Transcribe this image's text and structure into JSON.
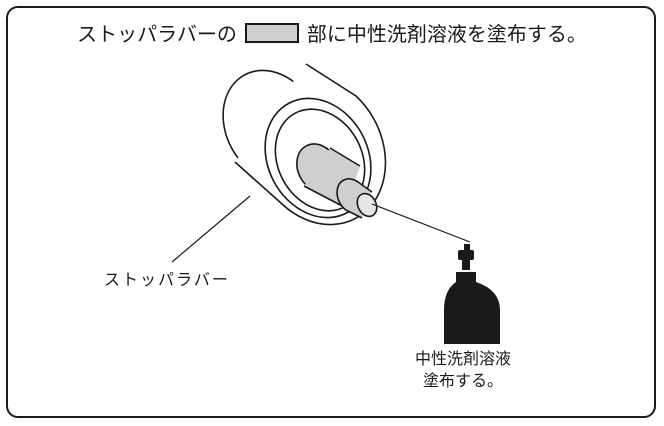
{
  "instruction": {
    "before_swatch": "ストッパラバーの",
    "after_swatch": "部に中性洗剤溶液を塗布する。",
    "highlight_color": "#cfcfcf"
  },
  "labels": {
    "stopper_rubber": "ストッパラバー",
    "detergent_line1": "中性洗剤溶液",
    "detergent_line2": "塗布する。"
  },
  "icons": [
    "stopper-rubber-icon",
    "detergent-bottle-icon"
  ]
}
